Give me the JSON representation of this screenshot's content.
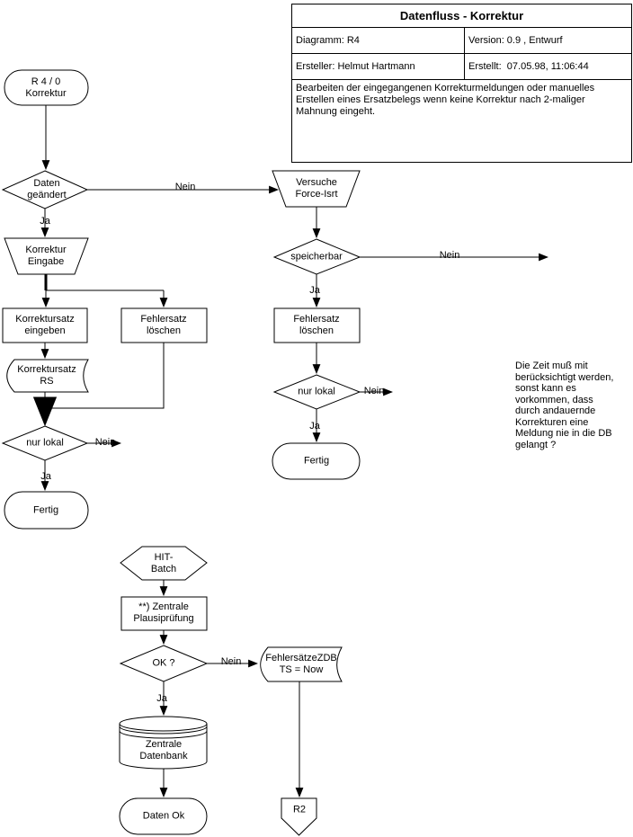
{
  "header": {
    "title": "Datenfluss - Korrektur",
    "diagram_label": "Diagramm: R4",
    "version_label": "Version: 0.9 , Entwurf",
    "author_label": "Ersteller: Helmut Hartmann",
    "created_label": "Erstellt:  07.05.98, 11:06:44",
    "description": "Bearbeiten der eingegangenen Korrekturmeldungen oder manuelles Erstellen eines Ersatzbelegs wenn keine Korrektur nach 2-maliger Mahnung eingeht."
  },
  "nodes": {
    "start": "R 4 / 0\nKorrektur",
    "daten_geaendert": "Daten\ngeändert",
    "korrektur_eingabe": "Korrektur\nEingabe",
    "korrektursatz_eingeben": "Korrektursatz\neingeben",
    "fehlersatz_loeschen_links": "Fehlersatz\nlöschen",
    "korrektursatz_rs": "Korrektursatz\nRS",
    "nur_lokal_links": "nur lokal",
    "fertig_links": "Fertig",
    "versuche_force": "Versuche\nForce-Isrt",
    "speicherbar": "speicherbar",
    "fehlersatz_loeschen_rechts": "Fehlersatz\nlöschen",
    "nur_lokal_rechts": "nur lokal",
    "fertig_rechts": "Fertig",
    "hit_batch": "HIT-\nBatch",
    "zentrale_plausipruefung": "**) Zentrale\nPlausiprüfung",
    "ok": "OK ?",
    "fehlersaetze_zdb": "FehlersätzeZDB\nTS = Now",
    "zentrale_datenbank": "Zentrale\nDatenbank",
    "daten_ok": "Daten Ok",
    "r2": "R2"
  },
  "labels": {
    "ja": "Ja",
    "nein": "Nein"
  },
  "note": "Die Zeit muß mit\nberücksichtigt werden,\nsonst kann es\nvorkommen, dass\ndurch andauernde\nKorrekturen eine\nMeldung nie in die DB\ngelangt ?"
}
